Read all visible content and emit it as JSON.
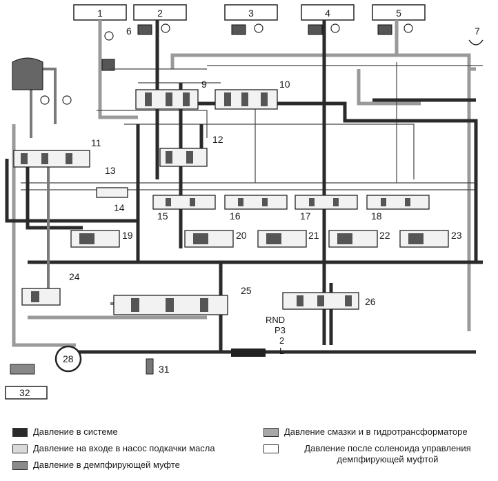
{
  "title": "",
  "colors": {
    "system": "#2a2a2a",
    "pump_inlet": "#d9d9d9",
    "damper": "#8a8a8a",
    "lube": "#a8a8a8",
    "after_solenoid": "#ffffff"
  },
  "header_numbers": [
    "1",
    "2",
    "3",
    "4",
    "5"
  ],
  "component_numbers": [
    "6",
    "7",
    "9",
    "10",
    "11",
    "12",
    "13",
    "14",
    "15",
    "16",
    "17",
    "18",
    "19",
    "20",
    "21",
    "22",
    "23",
    "24",
    "25",
    "26",
    "28",
    "31",
    "32"
  ],
  "selector_positions": [
    "RND",
    "P3",
    "2",
    "L"
  ],
  "legend": [
    {
      "label": "Давление в системе",
      "color": "#2a2a2a"
    },
    {
      "label": "Давление на входе в насос подкачки масла",
      "color": "#d9d9d9"
    },
    {
      "label": "Давление в демпфирующей муфте",
      "color": "#8a8a8a"
    },
    {
      "label": "Давление смазки и в гидротрансформаторе",
      "color": "#a8a8a8"
    },
    {
      "label": "Давление после соленоида управления демпфирующей муфтой",
      "color": "#ffffff"
    }
  ]
}
